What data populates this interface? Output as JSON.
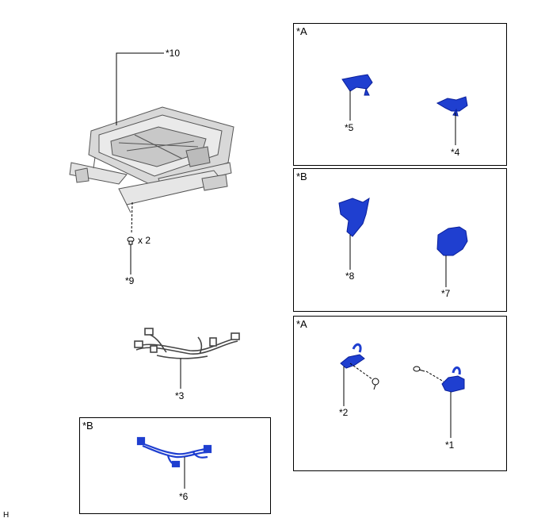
{
  "panels": {
    "a_top": {
      "tag": "*A"
    },
    "b_mid": {
      "tag": "*B"
    },
    "a_bottom": {
      "tag": "*A"
    },
    "b_left": {
      "tag": "*B"
    }
  },
  "callouts": {
    "c1": "*1",
    "c2": "*2",
    "c3": "*3",
    "c4": "*4",
    "c5": "*5",
    "c6": "*6",
    "c7": "*7",
    "c8": "*8",
    "c9": "*9",
    "c10": "*10"
  },
  "quantity": "x 2",
  "footer": "H",
  "colors": {
    "part_blue": "#1f3fd0",
    "part_blue_dark": "#0a1f9a",
    "frame_gray": "#d8d8d8",
    "frame_line": "#555555"
  }
}
